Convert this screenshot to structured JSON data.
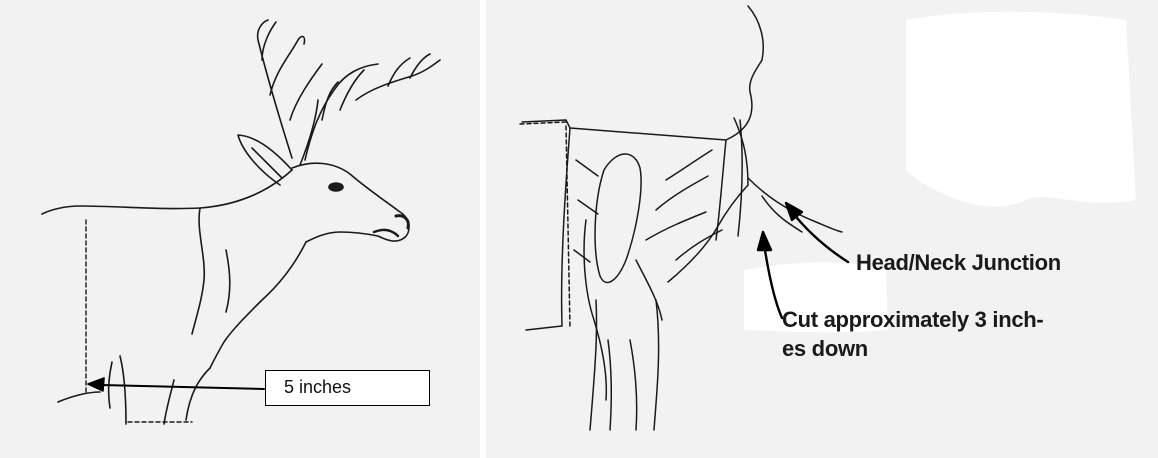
{
  "left_figure": {
    "measure_label": "5 inches"
  },
  "right_figure": {
    "junction_label": "Head/Neck Junction",
    "cut_label_line1": "Cut approximately 3 inch-",
    "cut_label_line2": "es down"
  },
  "colors": {
    "background": "#f2f2f2",
    "ink": "#1a1a1a",
    "box_border": "#000000"
  }
}
